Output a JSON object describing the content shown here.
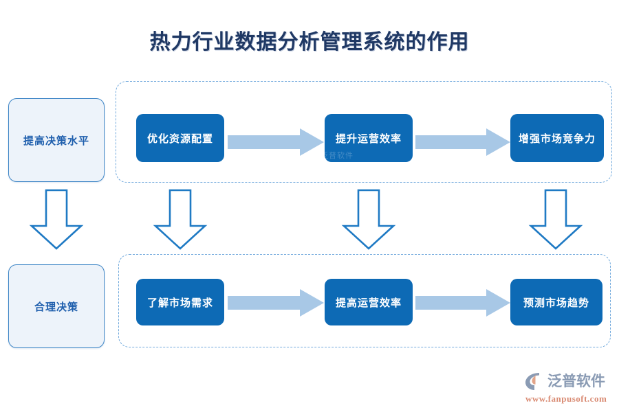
{
  "title": "热力行业数据分析管理系统的作用",
  "colors": {
    "title": "#1f3864",
    "process_box": "#0d6ab5",
    "side_box_fill": "#edf3fa",
    "side_box_border": "#3d85c6",
    "dashed_border": "#6fa8dc",
    "h_arrow": "#a8c8e6",
    "v_arrow_stroke": "#1f7ac4",
    "logo_name": "#8a9bb4",
    "logo_url": "#d98a72"
  },
  "side_boxes": [
    {
      "label": "提高决策水平"
    },
    {
      "label": "合理决策"
    }
  ],
  "groups": [
    {
      "name": "top-flow",
      "steps": [
        {
          "label": "优化资源配置"
        },
        {
          "label": "提升运营效率"
        },
        {
          "label": "增强市场竞争力"
        }
      ]
    },
    {
      "name": "bottom-flow",
      "steps": [
        {
          "label": "了解市场需求"
        },
        {
          "label": "提高运营效率"
        },
        {
          "label": "预测市场趋势"
        }
      ]
    }
  ],
  "icons": {
    "h_arrow": "arrow-right-icon",
    "v_arrow": "arrow-down-outline-icon",
    "logo_mark": "fanpu-logo-icon"
  },
  "watermark": {
    "name": "泛普软件",
    "url": "www.fanpusoft.com",
    "ghost": "泛普软件"
  }
}
